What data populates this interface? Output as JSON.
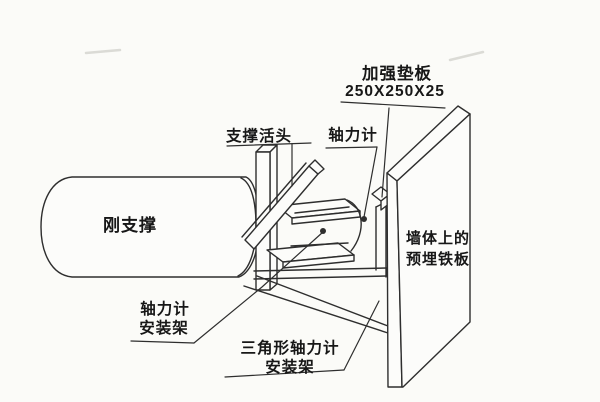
{
  "labels": {
    "steel_support": "刚支撑",
    "support_head": "支撑活头",
    "axial_meter": "轴力计",
    "reinforce_plate_line1": "加强垫板",
    "reinforce_plate_line2": "250X250X25",
    "wall_plate_line1": "墙体上的",
    "wall_plate_line2": "预埋铁板",
    "meter_bracket_line1": "轴力计",
    "meter_bracket_line2": "安装架",
    "tri_bracket_line1": "三角形轴力计",
    "tri_bracket_line2": "安装架"
  },
  "colors": {
    "background": "#fbfbf8",
    "paper": "#fcfcfa",
    "line": "#2e2e2e",
    "text": "#171717",
    "faint": "#c9c9c3"
  }
}
